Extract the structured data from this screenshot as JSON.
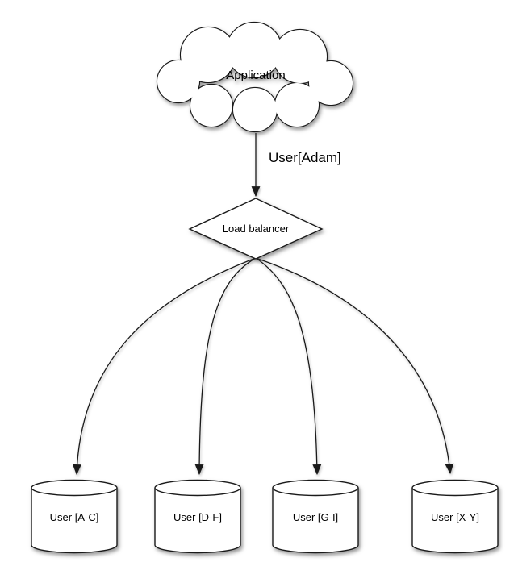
{
  "diagram": {
    "nodes": {
      "application": {
        "label": "Application",
        "shape": "cloud"
      },
      "load_balancer": {
        "label": "Load balancer",
        "shape": "diamond"
      }
    },
    "edges": {
      "app_to_lb": {
        "label": "User[Adam]"
      }
    },
    "shards": [
      {
        "label": "User [A-C]",
        "shape": "cylinder"
      },
      {
        "label": "User [D-F]",
        "shape": "cylinder"
      },
      {
        "label": "User [G-I]",
        "shape": "cylinder"
      },
      {
        "label": "User [X-Y]",
        "shape": "cylinder"
      }
    ],
    "colors": {
      "stroke": "#1a1a1a",
      "fill": "#ffffff",
      "background": "#ffffff",
      "text": "#000000"
    }
  }
}
